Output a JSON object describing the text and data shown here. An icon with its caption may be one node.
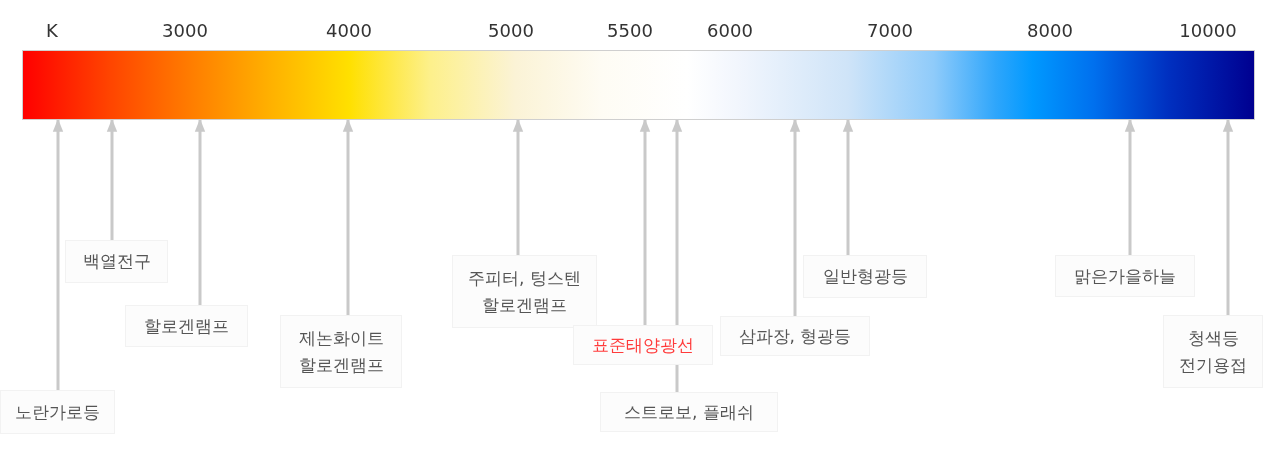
{
  "diagram": {
    "nodes": [
      {
        "text": [],
        "shape": "bar",
        "beside": [
          "K",
          "3000",
          "4000",
          "5000",
          "5500",
          "6000",
          "7000",
          "8000",
          "10000"
        ]
      },
      {
        "text": [
          "노란가로등"
        ]
      },
      {
        "text": [
          "백열전구"
        ]
      },
      {
        "text": [
          "할로겐램프"
        ]
      },
      {
        "text": [
          "제논화이트 할로겐램프"
        ]
      },
      {
        "text": [
          "주피터, 텅스텐 할로겐램프"
        ]
      },
      {
        "text": [
          "표준태양광선"
        ]
      },
      {
        "text": [
          "스트로보, 플래쉬"
        ]
      },
      {
        "text": [
          "삼파장, 형광등"
        ]
      },
      {
        "text": [
          "일반형광등"
        ]
      },
      {
        "text": [
          "맑은가을하늘"
        ]
      },
      {
        "text": [
          "청색등 전기용접"
        ]
      }
    ],
    "edges": [
      {
        "from": 1,
        "to": 0,
        "arrow": "to"
      },
      {
        "from": 2,
        "to": 0,
        "arrow": "to"
      },
      {
        "from": 3,
        "to": 0,
        "arrow": "to"
      },
      {
        "from": 4,
        "to": 0,
        "arrow": "to"
      },
      {
        "from": 5,
        "to": 0,
        "arrow": "to"
      },
      {
        "from": 6,
        "to": 0,
        "arrow": "to"
      },
      {
        "from": 7,
        "to": 0,
        "arrow": "to"
      },
      {
        "from": 8,
        "to": 0,
        "arrow": "to"
      },
      {
        "from": 9,
        "to": 0,
        "arrow": "to"
      },
      {
        "from": 10,
        "to": 0,
        "arrow": "to"
      },
      {
        "from": 11,
        "to": 0,
        "arrow": "to"
      }
    ]
  }
}
